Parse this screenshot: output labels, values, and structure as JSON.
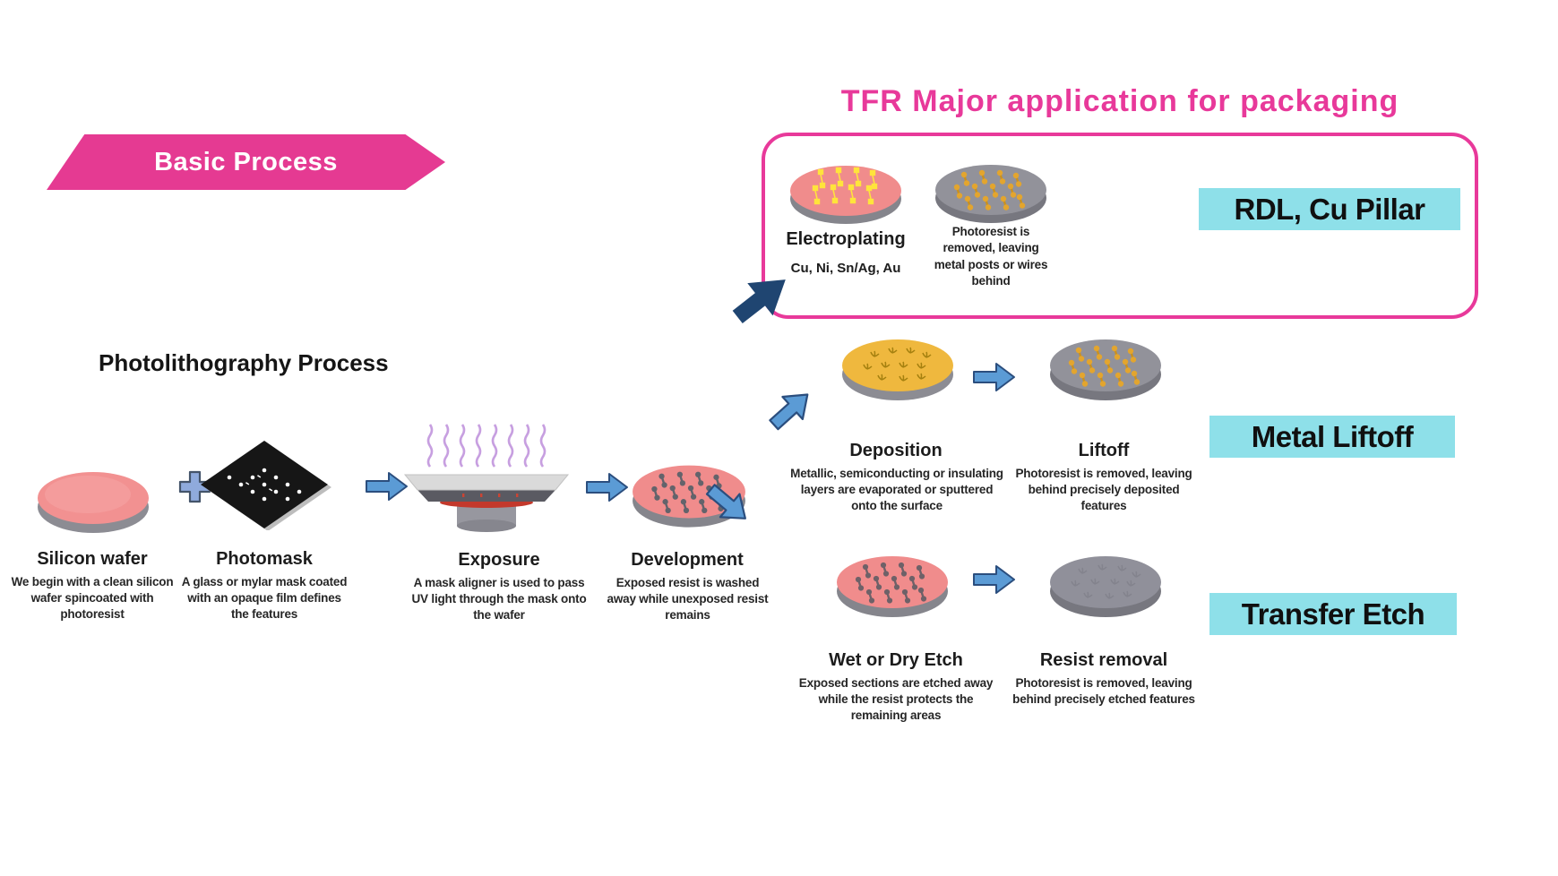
{
  "title": {
    "text": "TFR Major application for packaging",
    "color": "#E8399A"
  },
  "banner": {
    "label": "Basic Process",
    "background": "#E53A92"
  },
  "photolithography": {
    "heading": "Photolithography Process",
    "steps": [
      {
        "name": "Silicon wafer",
        "description": "We begin with a clean silicon wafer spincoated with photoresist"
      },
      {
        "name": "Photomask",
        "description": "A glass or mylar mask coated with an opaque film defines the features"
      },
      {
        "name": "Exposure",
        "description": "A mask aligner is used to pass UV light through the mask onto the wafer"
      },
      {
        "name": "Development",
        "description": "Exposed resist is washed away while unexposed resist remains"
      }
    ]
  },
  "application_box": {
    "border_color": "#E8399A",
    "electroplating": {
      "name": "Electroplating",
      "materials": "Cu, Ni, Sn/Ag, Au"
    },
    "result_caption": "Photoresist is removed, leaving metal posts or wires behind",
    "tag": {
      "label": "RDL, Cu Pillar",
      "background": "#8EE0E9"
    }
  },
  "liftoff_branch": {
    "deposition": {
      "name": "Deposition",
      "description": "Metallic, semiconducting or insulating layers are evaporated or sputtered onto the surface"
    },
    "liftoff": {
      "name": "Liftoff",
      "description": "Photoresist is removed, leaving behind precisely deposited features"
    },
    "tag": {
      "label": "Metal Liftoff",
      "background": "#8EE0E9"
    }
  },
  "etch_branch": {
    "wet_dry_etch": {
      "name": "Wet or Dry Etch",
      "description": "Exposed sections are etched away while the resist protects the remaining areas"
    },
    "resist_removal": {
      "name": "Resist removal",
      "description": "Photoresist is removed, leaving behind precisely etched features"
    },
    "tag": {
      "label": "Transfer Etch",
      "background": "#8EE0E9"
    }
  },
  "icons": {
    "arrow_right": "blue-right-arrow",
    "arrow_up_right": "blue-up-right-arrow",
    "arrow_down_right": "blue-down-right-arrow",
    "plus": "plus-sign",
    "navy_arrow": "navy-up-right-arrow"
  }
}
